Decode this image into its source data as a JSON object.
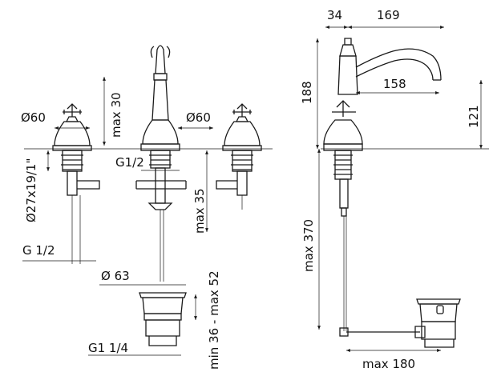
{
  "drawing": {
    "front_view": {
      "handle_diameter_left": "Ø60",
      "handle_diameter_right": "Ø60",
      "max_height_body": "max 30",
      "thread_shank": "Ø27x19/1\"",
      "inlet_thread_center": "G1/2",
      "max_depth": "max 35",
      "inlet_thread_left": "G 1/2",
      "waste_flange": "Ø 63",
      "waste_range": "min 36 - max 52",
      "waste_thread": "G1 1/4"
    },
    "side_view": {
      "spout_offset": "34",
      "spout_reach": "169",
      "spout_projection": "158",
      "overall_height": "188",
      "spout_height": "121",
      "rod_length": "max 370",
      "waste_distance": "max 180"
    }
  }
}
